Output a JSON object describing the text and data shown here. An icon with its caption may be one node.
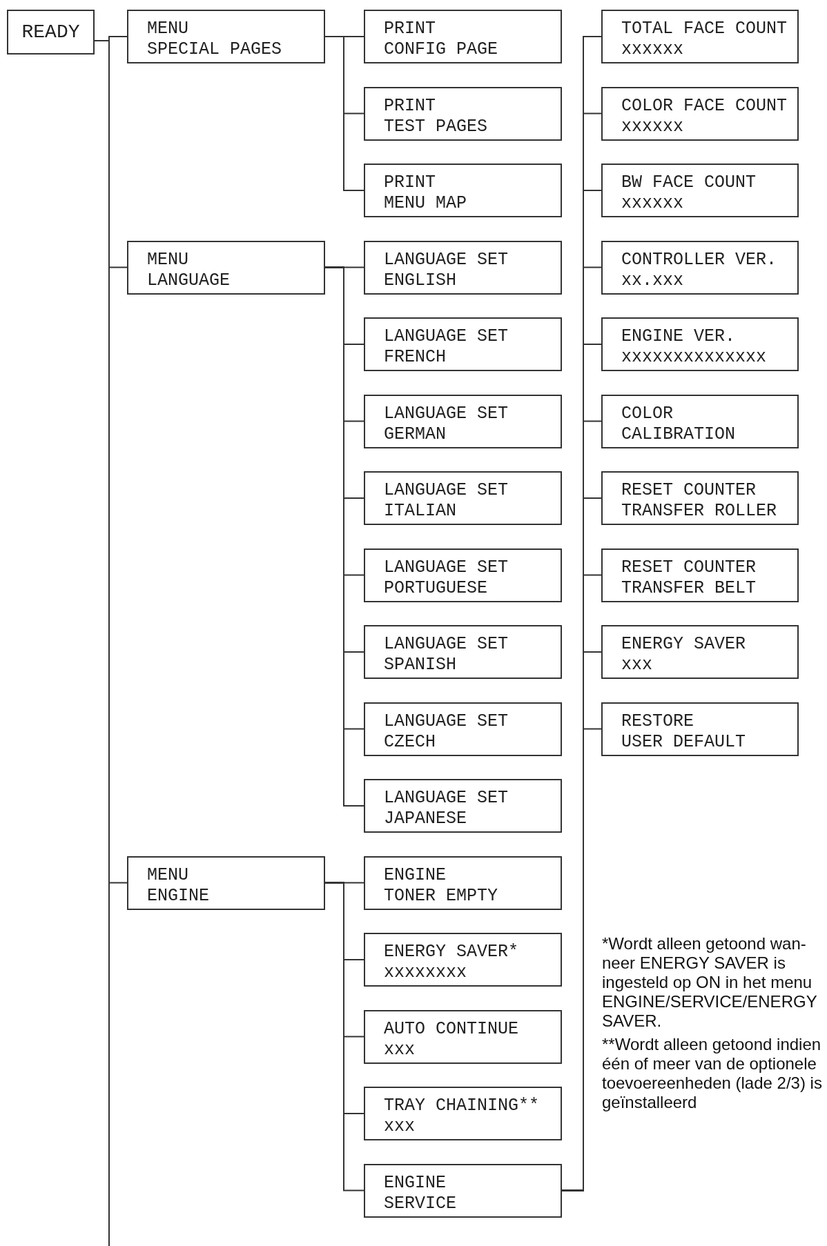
{
  "diagram": {
    "nodes": [
      {
        "text": [
          "READY"
        ]
      },
      {
        "text": [
          "MENU",
          "SPECIAL PAGES"
        ]
      },
      {
        "text": [
          "PRINT",
          "CONFIG PAGE"
        ]
      },
      {
        "text": [
          "PRINT",
          "TEST PAGES"
        ]
      },
      {
        "text": [
          "PRINT",
          "MENU MAP"
        ]
      },
      {
        "text": [
          "MENU",
          "LANGUAGE"
        ]
      },
      {
        "text": [
          "LANGUAGE SET",
          "ENGLISH"
        ]
      },
      {
        "text": [
          "LANGUAGE SET",
          "FRENCH"
        ]
      },
      {
        "text": [
          "LANGUAGE SET",
          "GERMAN"
        ]
      },
      {
        "text": [
          "LANGUAGE SET",
          "ITALIAN"
        ]
      },
      {
        "text": [
          "LANGUAGE SET",
          "PORTUGUESE"
        ]
      },
      {
        "text": [
          "LANGUAGE SET",
          "SPANISH"
        ]
      },
      {
        "text": [
          "LANGUAGE SET",
          "CZECH"
        ]
      },
      {
        "text": [
          "LANGUAGE SET",
          "JAPANESE"
        ]
      },
      {
        "text": [
          "MENU",
          "ENGINE"
        ]
      },
      {
        "text": [
          "ENGINE",
          "TONER EMPTY"
        ]
      },
      {
        "text": [
          "ENERGY SAVER*",
          "xxxxxxxx"
        ]
      },
      {
        "text": [
          "AUTO CONTINUE",
          "xxx"
        ]
      },
      {
        "text": [
          "TRAY CHAINING**",
          "xxx"
        ]
      },
      {
        "text": [
          "ENGINE",
          "SERVICE"
        ]
      },
      {
        "text": [
          "TOTAL FACE COUNT",
          "xxxxxx"
        ]
      },
      {
        "text": [
          "COLOR FACE COUNT",
          "xxxxxx"
        ]
      },
      {
        "text": [
          "BW FACE COUNT",
          "xxxxxx"
        ]
      },
      {
        "text": [
          "CONTROLLER VER.",
          "xx.xxx"
        ]
      },
      {
        "text": [
          "ENGINE VER.",
          "xxxxxxxxxxxxxx"
        ]
      },
      {
        "text": [
          "COLOR",
          "CALIBRATION"
        ]
      },
      {
        "text": [
          "RESET COUNTER",
          "TRANSFER ROLLER"
        ]
      },
      {
        "text": [
          "RESET COUNTER",
          "TRANSFER BELT"
        ]
      },
      {
        "text": [
          "ENERGY SAVER",
          "xxx"
        ]
      },
      {
        "text": [
          "RESTORE",
          "USER DEFAULT"
        ]
      }
    ],
    "edges": [
      {
        "from": 0,
        "to": 1,
        "arrow": "none"
      },
      {
        "from": 0,
        "to": 5,
        "arrow": "none"
      },
      {
        "from": 0,
        "to": 14,
        "arrow": "none"
      },
      {
        "from": 0,
        "to": null,
        "arrow": "none"
      },
      {
        "from": 1,
        "to": 2,
        "arrow": "none"
      },
      {
        "from": 1,
        "to": 3,
        "arrow": "none"
      },
      {
        "from": 1,
        "to": 4,
        "arrow": "none"
      },
      {
        "from": 5,
        "to": 6,
        "arrow": "none"
      },
      {
        "from": 5,
        "to": 7,
        "arrow": "none"
      },
      {
        "from": 5,
        "to": 8,
        "arrow": "none"
      },
      {
        "from": 5,
        "to": 9,
        "arrow": "none"
      },
      {
        "from": 5,
        "to": 10,
        "arrow": "none"
      },
      {
        "from": 5,
        "to": 11,
        "arrow": "none"
      },
      {
        "from": 5,
        "to": 12,
        "arrow": "none"
      },
      {
        "from": 5,
        "to": 13,
        "arrow": "none"
      },
      {
        "from": 14,
        "to": 15,
        "arrow": "none"
      },
      {
        "from": 14,
        "to": 16,
        "arrow": "none"
      },
      {
        "from": 14,
        "to": 17,
        "arrow": "none"
      },
      {
        "from": 14,
        "to": 18,
        "arrow": "none"
      },
      {
        "from": 14,
        "to": 19,
        "arrow": "none"
      },
      {
        "from": 19,
        "to": 20,
        "arrow": "none"
      },
      {
        "from": 19,
        "to": 21,
        "arrow": "none"
      },
      {
        "from": 19,
        "to": 22,
        "arrow": "none"
      },
      {
        "from": 19,
        "to": 23,
        "arrow": "none"
      },
      {
        "from": 19,
        "to": 24,
        "arrow": "none"
      },
      {
        "from": 19,
        "to": 25,
        "arrow": "none"
      },
      {
        "from": 19,
        "to": 26,
        "arrow": "none"
      },
      {
        "from": 19,
        "to": 27,
        "arrow": "none"
      },
      {
        "from": 19,
        "to": 28,
        "arrow": "none"
      },
      {
        "from": 19,
        "to": 29,
        "arrow": "none"
      }
    ],
    "labels": [
      "*Wordt alleen getoond wan-neer ENERGY SAVER is ingesteld op ON in het menu ENGINE/SERVICE/ENERGY SAVER.",
      "**Wordt alleen getoond indien één of meer van de optionele toevoereenheden (lade 2/3) is geïnstalleerd"
    ]
  }
}
